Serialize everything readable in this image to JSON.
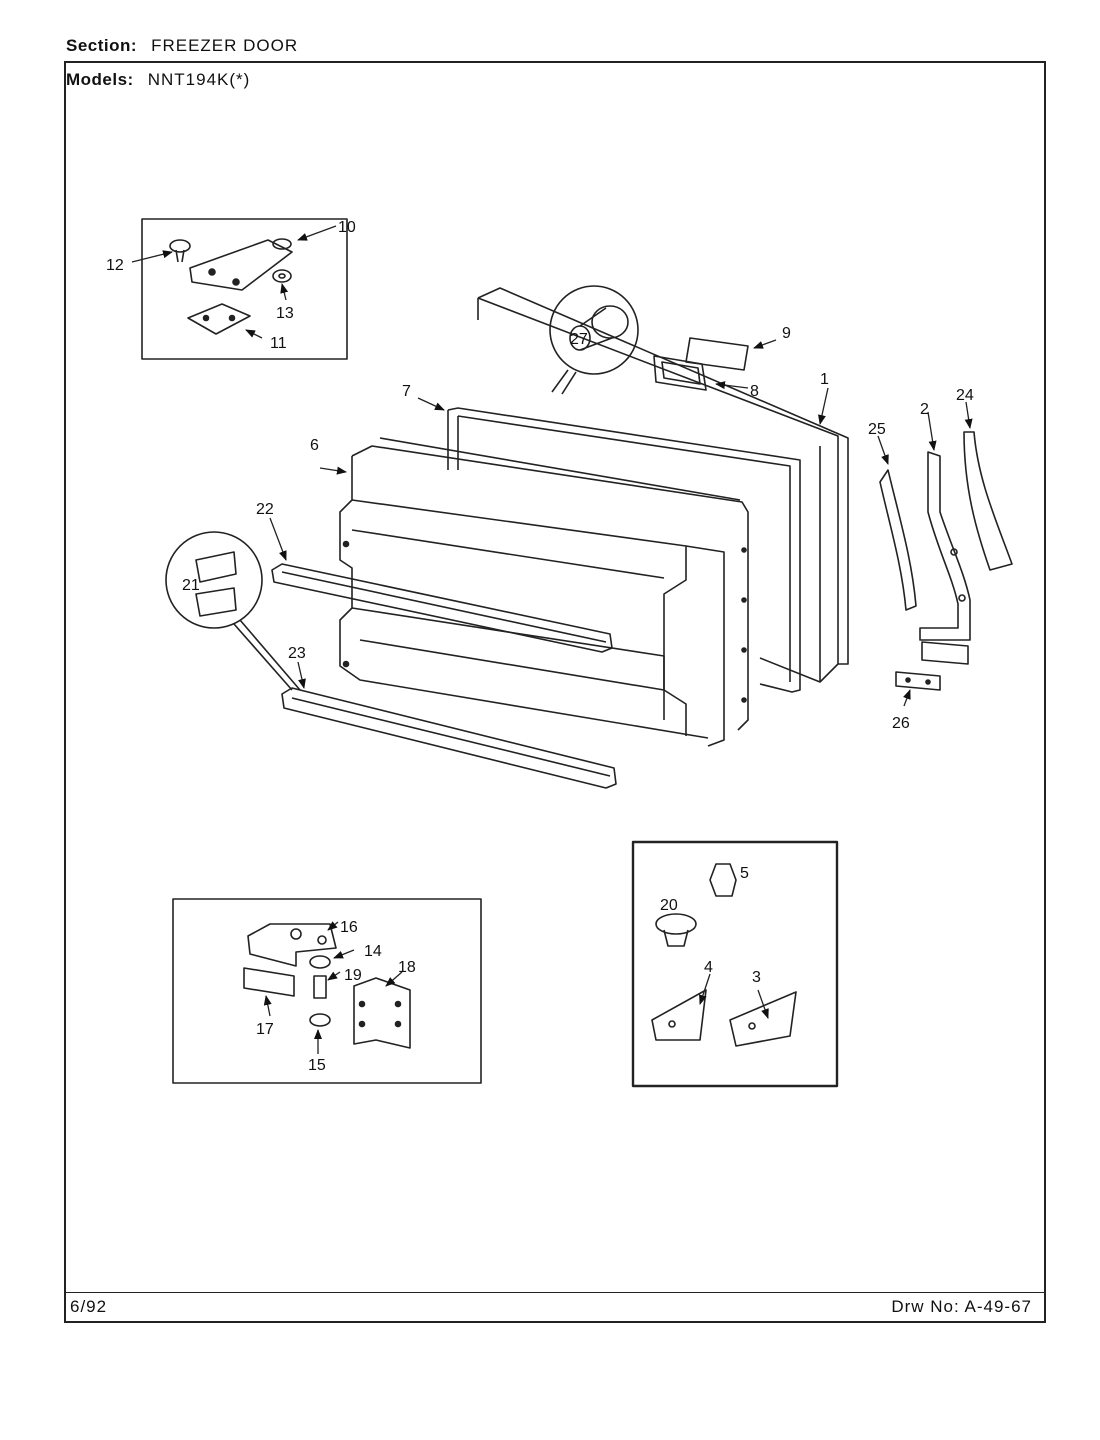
{
  "header": {
    "section_label": "Section:",
    "section_value": "FREEZER DOOR",
    "models_label": "Models:",
    "models_value": "NNT194K(*)"
  },
  "footer": {
    "date": "6/92",
    "drawing_number": "Drw No: A-49-67"
  },
  "callouts": [
    "1",
    "2",
    "3",
    "4",
    "5",
    "6",
    "7",
    "8",
    "9",
    "10",
    "11",
    "12",
    "13",
    "14",
    "15",
    "16",
    "17",
    "18",
    "19",
    "20",
    "21",
    "22",
    "23",
    "24",
    "25",
    "26",
    "27"
  ]
}
